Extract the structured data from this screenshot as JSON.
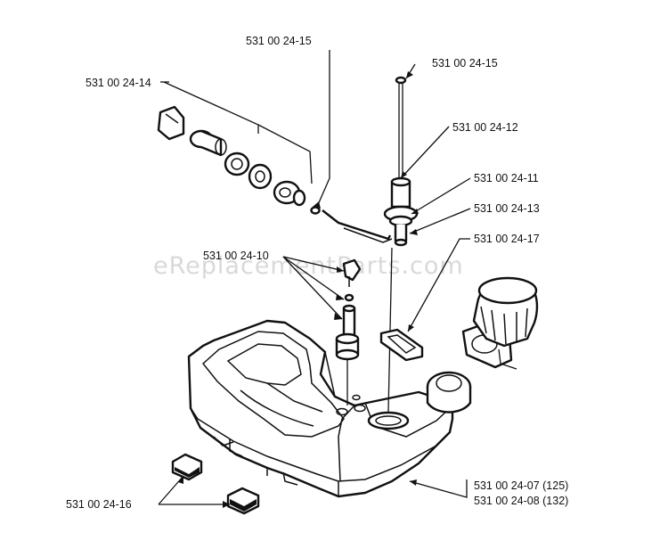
{
  "watermark": "eReplacementParts.com",
  "labels": {
    "p15_left": "531 00 24-15",
    "p14": "531 00 24-14",
    "p15_right": "531 00 24-15",
    "p12": "531 00 24-12",
    "p11": "531 00 24-11",
    "p13": "531 00 24-13",
    "p10": "531 00 24-10",
    "p17": "531 00 24-17",
    "p07": "531 00 24-07 (125)",
    "p08": "531 00 24-08 (132)",
    "p16": "531 00 24-16"
  }
}
